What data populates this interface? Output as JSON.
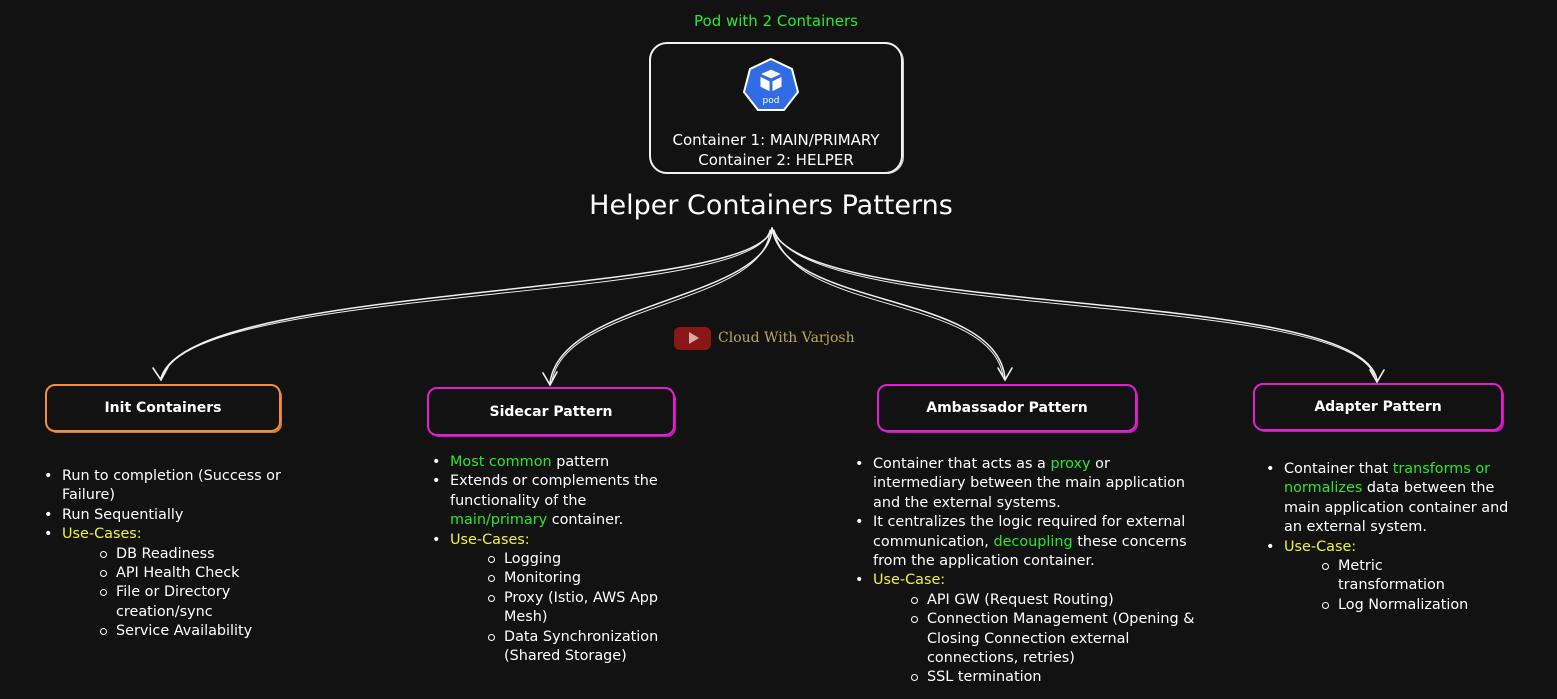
{
  "pod": {
    "title": "Pod with 2 Containers",
    "icon_label": "pod",
    "line1": "Container 1: MAIN/PRIMARY",
    "line2": "Container 2: HELPER"
  },
  "title": "Helper Containers Patterns",
  "watermark": {
    "text": "Cloud With Varjosh",
    "icon": "youtube-icon"
  },
  "colors": {
    "green": "#29e629",
    "yellow": "#f2f23a",
    "orange_border": "#f0903c",
    "magenta_border": "#e01fd4",
    "pod_blue": "#326ce5"
  },
  "patterns": {
    "init": {
      "heading": "Init Containers",
      "b1": "Run to completion (Success or Failure)",
      "b2": "Run Sequentially",
      "usecase_label": "Use-Cases:",
      "uc": [
        "DB Readiness",
        "API Health Check",
        "File or Directory creation/sync",
        "Service Availability"
      ]
    },
    "sidecar": {
      "heading": "Sidecar Pattern",
      "b1_hl": "Most common",
      "b1_rest": " pattern",
      "b2_text": "Extends or complements the functionality of the ",
      "b2_hl": "main/primary",
      "b2_rest": " container.",
      "usecase_label": "Use-Cases:",
      "uc": [
        "Logging",
        "Monitoring",
        "Proxy (Istio, AWS App Mesh)",
        "Data Synchronization (Shared Storage)"
      ]
    },
    "ambassador": {
      "heading": "Ambassador Pattern",
      "b1_text": "Container that acts as a ",
      "b1_hl": "proxy",
      "b1_rest": " or intermediary between the main application and the external systems.",
      "b2_text": "It centralizes the logic required for external communication, ",
      "b2_hl": "decoupling",
      "b2_rest": " these concerns from the application container.",
      "usecase_label": "Use-Case:",
      "uc": [
        "API GW (Request Routing)",
        "Connection Management (Opening & Closing Connection external connections, retries)",
        "SSL termination"
      ]
    },
    "adapter": {
      "heading": "Adapter Pattern",
      "b1_text": "Container that ",
      "b1_hl": "transforms or normalizes",
      "b1_rest": " data between the main application container and an external system.",
      "usecase_label": "Use-Case:",
      "uc": [
        "Metric transformation",
        "Log Normalization"
      ]
    }
  }
}
